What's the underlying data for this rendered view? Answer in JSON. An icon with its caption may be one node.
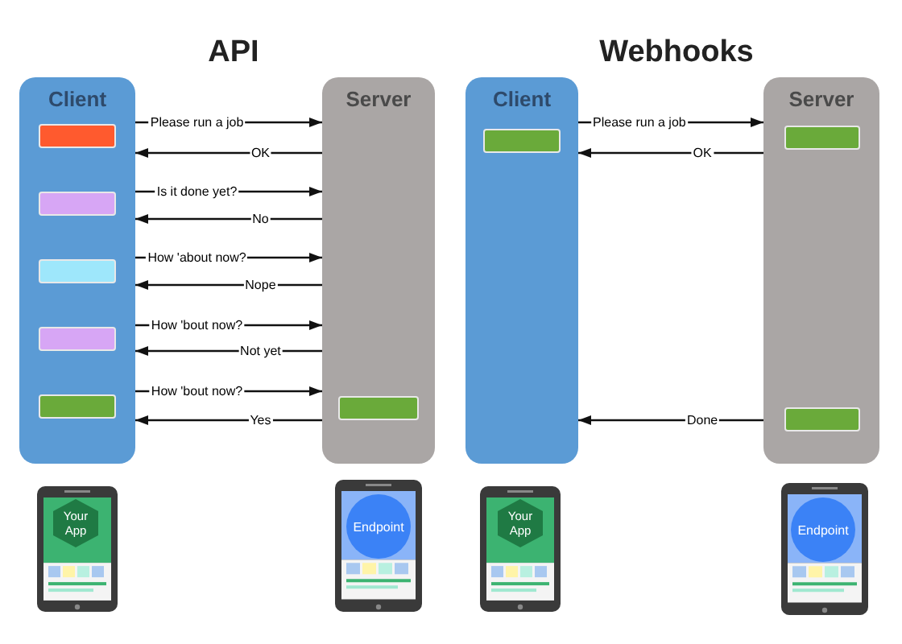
{
  "diagram": {
    "nodes": [
      {
        "text": [
          "Client"
        ]
      },
      {
        "text": [],
        "shape": "bar",
        "in": 0
      },
      {
        "text": [],
        "shape": "bar",
        "in": 0
      },
      {
        "text": [],
        "shape": "bar",
        "in": 0
      },
      {
        "text": [],
        "shape": "bar",
        "in": 0
      },
      {
        "text": [],
        "shape": "bar",
        "in": 0
      },
      {
        "text": [
          "Server"
        ]
      },
      {
        "text": [],
        "shape": "bar",
        "in": 6
      },
      {
        "text": [
          "Client"
        ]
      },
      {
        "text": [],
        "shape": "bar",
        "in": 8
      },
      {
        "text": [
          "Server"
        ]
      },
      {
        "text": [],
        "shape": "bar",
        "in": 10
      },
      {
        "text": [],
        "shape": "bar",
        "in": 10
      },
      {
        "text": [
          "Your App"
        ]
      },
      {
        "text": [
          "Endpoint"
        ]
      },
      {
        "text": [
          "Your App"
        ]
      },
      {
        "text": [
          "Endpoint"
        ]
      }
    ],
    "edges": [
      {
        "from": 0,
        "to": 6,
        "arrow": "to",
        "label": "Please run a job"
      },
      {
        "from": 6,
        "to": 0,
        "arrow": "to",
        "label": "OK"
      },
      {
        "from": 0,
        "to": 6,
        "arrow": "to",
        "label": "Is it done yet?"
      },
      {
        "from": 6,
        "to": 0,
        "arrow": "to",
        "label": "No"
      },
      {
        "from": 0,
        "to": 6,
        "arrow": "to",
        "label": "How 'about now?"
      },
      {
        "from": 6,
        "to": 0,
        "arrow": "to",
        "label": "Nope"
      },
      {
        "from": 0,
        "to": 6,
        "arrow": "to",
        "label": "How 'bout now?"
      },
      {
        "from": 6,
        "to": 0,
        "arrow": "to",
        "label": "Not yet"
      },
      {
        "from": 0,
        "to": 6,
        "arrow": "to",
        "label": "How 'bout now?"
      },
      {
        "from": 6,
        "to": 0,
        "arrow": "to",
        "label": "Yes"
      },
      {
        "from": 8,
        "to": 10,
        "arrow": "to",
        "label": "Please run a job"
      },
      {
        "from": 10,
        "to": 8,
        "arrow": "to",
        "label": "OK"
      },
      {
        "from": 10,
        "to": 8,
        "arrow": "to",
        "label": "Done"
      }
    ],
    "labels": [
      "API",
      "Webhooks"
    ]
  }
}
